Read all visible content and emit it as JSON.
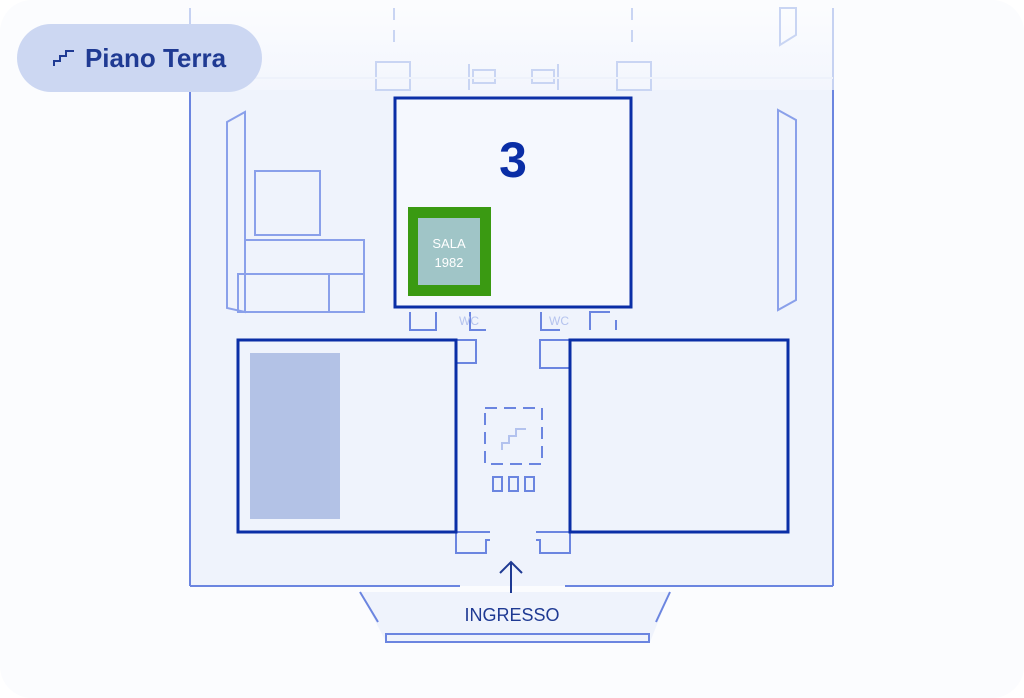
{
  "floor_badge": {
    "label": "Piano Terra",
    "icon": "stairs-icon"
  },
  "rooms": {
    "room_3": {
      "number": "3"
    },
    "highlight": {
      "line1": "SALA",
      "line2": "1982",
      "color": "#3a9a12"
    }
  },
  "wc": {
    "left": "WC",
    "right": "WC"
  },
  "entrance": {
    "label": "INGRESSO",
    "icon": "arrow-up-icon"
  },
  "colors": {
    "wall": "#6b85e0",
    "room_outline": "#0a2ea6",
    "text": "#1f3a93",
    "badge_bg": "#ccd7f2"
  }
}
